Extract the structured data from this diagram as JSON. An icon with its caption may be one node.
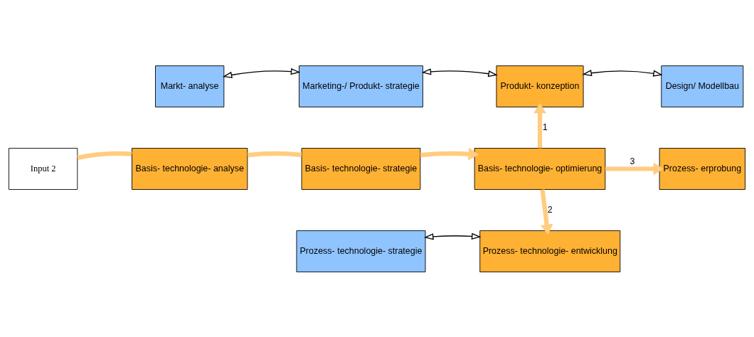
{
  "diagram": {
    "nodes": [
      {
        "text": [
          "Markt- analyse"
        ]
      },
      {
        "text": [
          "Marketing-/ Produkt- strategie"
        ]
      },
      {
        "text": [
          "Produkt- konzeption"
        ]
      },
      {
        "text": [
          "Design/ Modellbau"
        ]
      },
      {
        "text": [
          "Input 2"
        ]
      },
      {
        "text": [
          "Basis- technologie- analyse"
        ]
      },
      {
        "text": [
          "Basis- technologie- strategie"
        ]
      },
      {
        "text": [
          "Basis- technologie- optimierung"
        ]
      },
      {
        "text": [
          "Prozess- erprobung"
        ]
      },
      {
        "text": [
          "Prozess- technologie- strategie"
        ]
      },
      {
        "text": [
          "Prozess- technologie- entwicklung"
        ]
      }
    ],
    "edges": [
      {
        "from": 0,
        "to": 1,
        "arrow": "both",
        "color": "#000000"
      },
      {
        "from": 1,
        "to": 2,
        "arrow": "both",
        "color": "#000000"
      },
      {
        "from": 2,
        "to": 3,
        "arrow": "both",
        "color": "#000000"
      },
      {
        "from": 4,
        "to": 5,
        "arrow": "none"
      },
      {
        "from": 5,
        "to": 6,
        "arrow": "none"
      },
      {
        "from": 6,
        "to": 7,
        "arrow": "to"
      },
      {
        "from": 7,
        "to": 2,
        "arrow": "to",
        "label": "1"
      },
      {
        "from": 7,
        "to": 8,
        "arrow": "to",
        "label": "3"
      },
      {
        "from": 7,
        "to": 10,
        "arrow": "to",
        "label": "2"
      },
      {
        "from": 9,
        "to": 10,
        "arrow": "both",
        "color": "#000000"
      }
    ]
  }
}
